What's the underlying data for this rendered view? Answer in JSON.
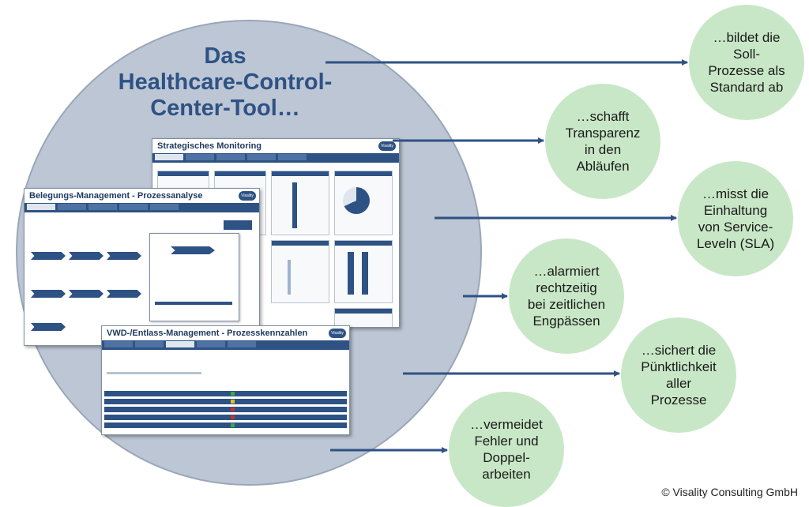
{
  "title_lines": [
    "Das",
    "Healthcare-Control-",
    "Center-Tool…"
  ],
  "bubbles": [
    "…bildet die\nSoll-\nProzesse als\nStandard ab",
    "…schafft\nTransparenz\nin den\nAbläufen",
    "…misst die\nEinhaltung\nvon Service-\nLeveln (SLA)",
    "…alarmiert\nrechtzeitig\nbei zeitlichen\nEngpässen",
    "…sichert die\nPünktlichkeit\naller\nProzesse",
    "…vermeidet\nFehler und\nDoppel-\narbeiten"
  ],
  "screenshots": {
    "strategic": "Strategisches Monitoring",
    "belegung": "Belegungs-Management - Prozessanalyse",
    "vwd": "VWD-/Entlass-Management - Prozesskennzahlen",
    "logo": "Visality"
  },
  "copyright": "© Visality Consulting GmbH",
  "colors": {
    "circle": "#bcc6d4",
    "bubble": "#c8e7c6",
    "title": "#2e5284",
    "arrow": "#2e5284"
  }
}
